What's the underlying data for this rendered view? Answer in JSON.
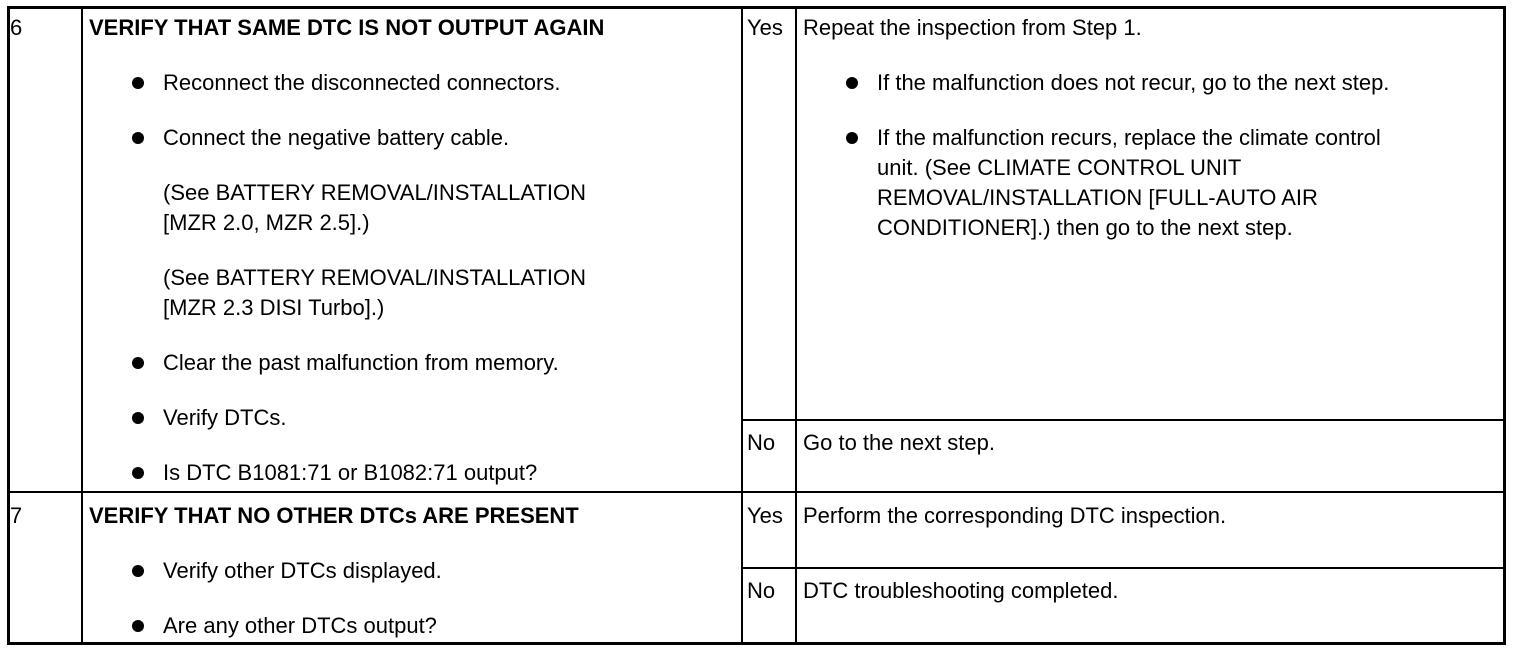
{
  "steps": [
    {
      "number": "6",
      "title": "VERIFY THAT SAME DTC IS NOT OUTPUT AGAIN",
      "actions": [
        "Reconnect the disconnected connectors.",
        "Connect the negative battery cable.",
        "(See BATTERY REMOVAL/INSTALLATION",
        "[MZR 2.0, MZR 2.5].)",
        "(See BATTERY REMOVAL/INSTALLATION",
        "[MZR 2.3 DISI Turbo].)",
        "Clear the past malfunction from memory.",
        "Verify DTCs.",
        "Is DTC B1081:71 or B1082:71 output?"
      ],
      "yes": {
        "label": "Yes",
        "text": "Repeat the inspection from Step 1.",
        "bullets": [
          "If the malfunction does not recur, go to the next step.",
          "If the malfunction recurs, replace the climate control",
          "unit. (See CLIMATE CONTROL UNIT",
          "REMOVAL/INSTALLATION [FULL-AUTO AIR",
          "CONDITIONER].) then go to the next step."
        ]
      },
      "no": {
        "label": "No",
        "text": "Go to the next step."
      }
    },
    {
      "number": "7",
      "title": "VERIFY THAT NO OTHER DTCs ARE PRESENT",
      "actions": [
        "Verify other DTCs displayed.",
        "Are any other DTCs output?"
      ],
      "yes": {
        "label": "Yes",
        "text": "Perform the corresponding DTC inspection."
      },
      "no": {
        "label": "No",
        "text": "DTC troubleshooting completed."
      }
    }
  ]
}
